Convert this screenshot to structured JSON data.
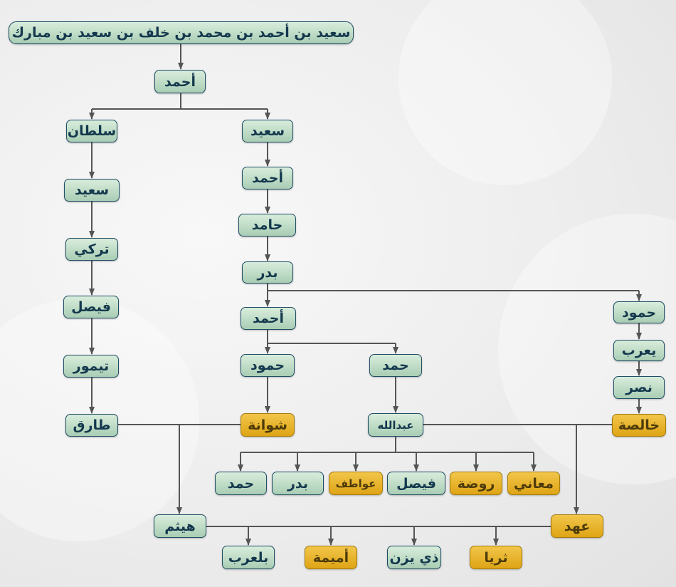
{
  "tree": {
    "root": "سعيد بن أحمد بن محمد بن خلف بن سعيد بن مبارك",
    "ahmad_1": "أحمد",
    "sultan": "سلطان",
    "said_2": "سعيد",
    "turki": "تركي",
    "faisal_1": "فيصل",
    "taimur": "تيمور",
    "tariq": "طارق",
    "said_1": "سعيد",
    "ahmad_2": "أحمد",
    "hamid": "حامد",
    "badr_1": "بدر",
    "ahmad_3": "أحمد",
    "hamoud_1": "حمود",
    "hamad_1": "حمد",
    "shawana": "شوانة",
    "abdullah": "عبدالله",
    "hamoud_2": "حمود",
    "yarub": "يعرب",
    "nasr": "نصر",
    "khalsa": "خالصة",
    "hamad_2": "حمد",
    "badr_2": "بدر",
    "awatif": "عواطف",
    "faisal_2": "فيصل",
    "rawda": "روضة",
    "maani": "معاني",
    "haitham": "هيثم",
    "ahd": "عهد",
    "belarab": "بلعرب",
    "umaima": "أميمة",
    "dhi_yazan": "ذي يزن",
    "thuraya": "ثريا"
  },
  "colors": {
    "male": "#b9d9c2",
    "female": "#e8b428",
    "border": "#1f4e66",
    "line": "#555555"
  }
}
